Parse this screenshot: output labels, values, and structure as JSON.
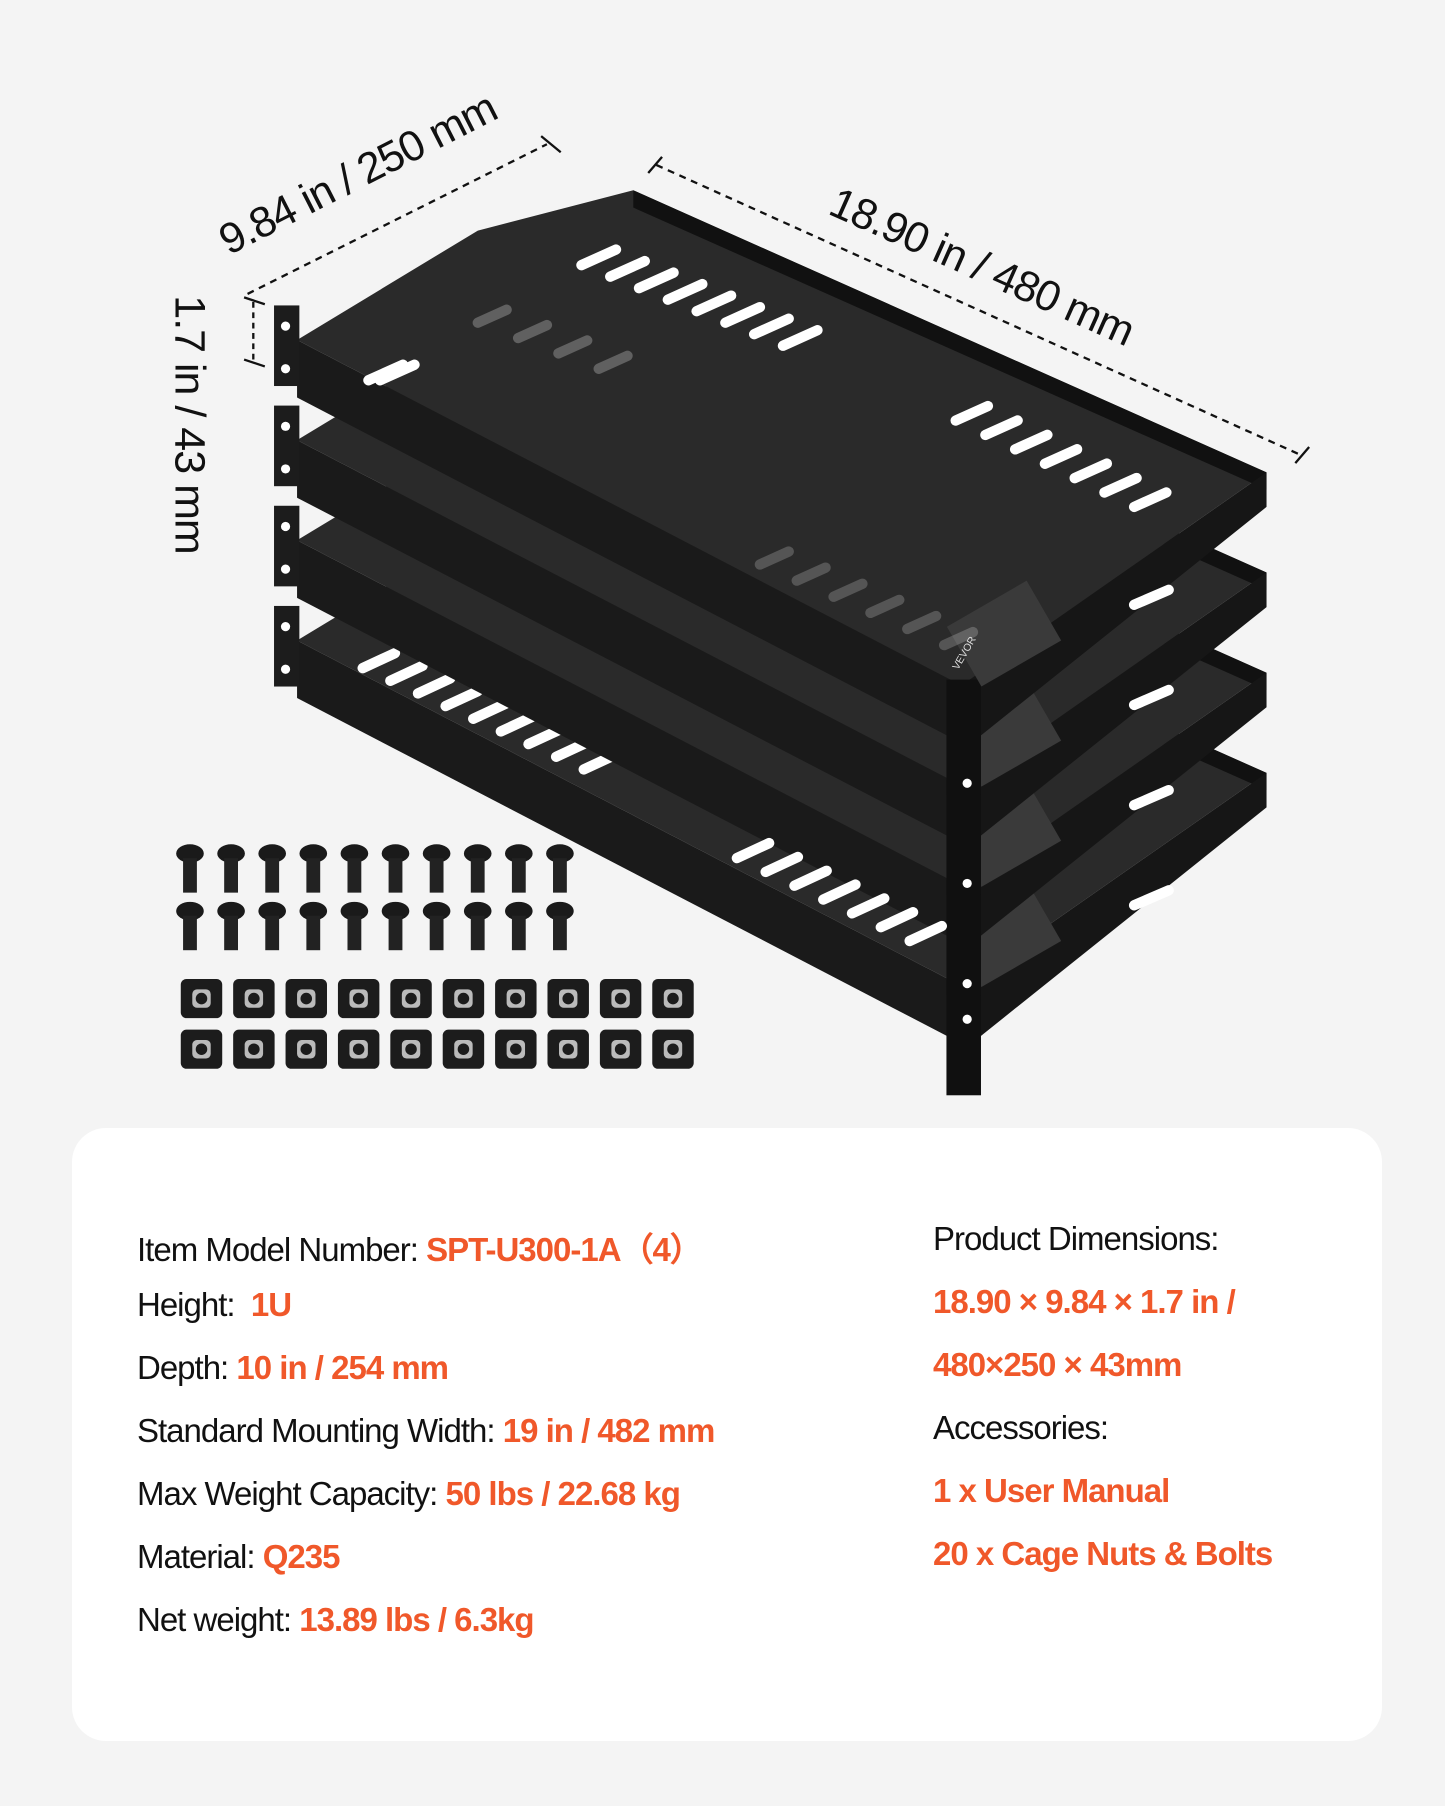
{
  "colors": {
    "accent": "#f0582a",
    "background": "#f4f4f4",
    "panel": "#ffffff",
    "text": "#111111",
    "product": "#1c1c1c"
  },
  "logo": "VEVOR",
  "dimensions": {
    "depth": "9.84 in / 250 mm",
    "width": "18.90 in / 480 mm",
    "height": "1.7 in / 43 mm"
  },
  "accessories_image": {
    "screws": 20,
    "cage_nuts": 20
  },
  "specs": [
    {
      "label": "Item Model Number: ",
      "value": "SPT-U300-1A（4）"
    },
    {
      "label": "Height:  ",
      "value": "1U"
    },
    {
      "label": "Depth: ",
      "value": "10 in / 254 mm"
    },
    {
      "label": "Standard Mounting Width: ",
      "value": "19 in / 482 mm"
    },
    {
      "label": "Max Weight Capacity: ",
      "value": "50 lbs / 22.68 kg"
    },
    {
      "label": "Material: ",
      "value": "Q235"
    },
    {
      "label": "Net weight: ",
      "value": "13.89 lbs / 6.3kg"
    }
  ],
  "right_column": {
    "dimensions_label": "Product Dimensions:",
    "dimensions_line1": "18.90 × 9.84 × 1.7 in /",
    "dimensions_line2": "480×250 × 43mm",
    "accessories_label": "Accessories:",
    "accessories": [
      "1 x User Manual",
      "20 x Cage Nuts & Bolts"
    ]
  }
}
